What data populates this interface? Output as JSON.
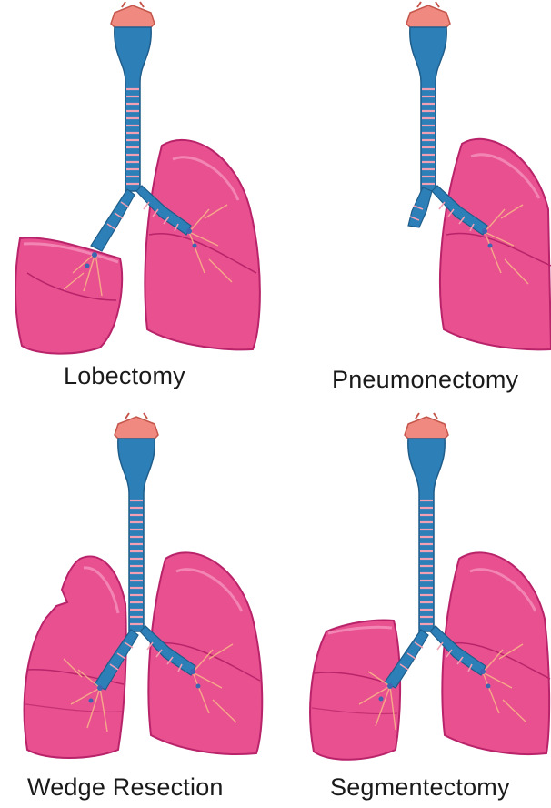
{
  "panels": [
    {
      "key": "lobectomy",
      "label": "Lobectomy"
    },
    {
      "key": "pneumonectomy",
      "label": "Pneumonectomy"
    },
    {
      "key": "wedge",
      "label": "Wedge Resection"
    },
    {
      "key": "segmentectomy",
      "label": "Segmentectomy"
    }
  ],
  "colors": {
    "lung_fill": "#e8508f",
    "lung_outline": "#b8236a",
    "lung_highlight": "#f27ab0",
    "trachea_blue": "#2d7fb8",
    "trachea_dark": "#1f5d8a",
    "ring_pink": "#f2a0b4",
    "larynx": "#f08a80",
    "vessel": "#f7b38a"
  }
}
